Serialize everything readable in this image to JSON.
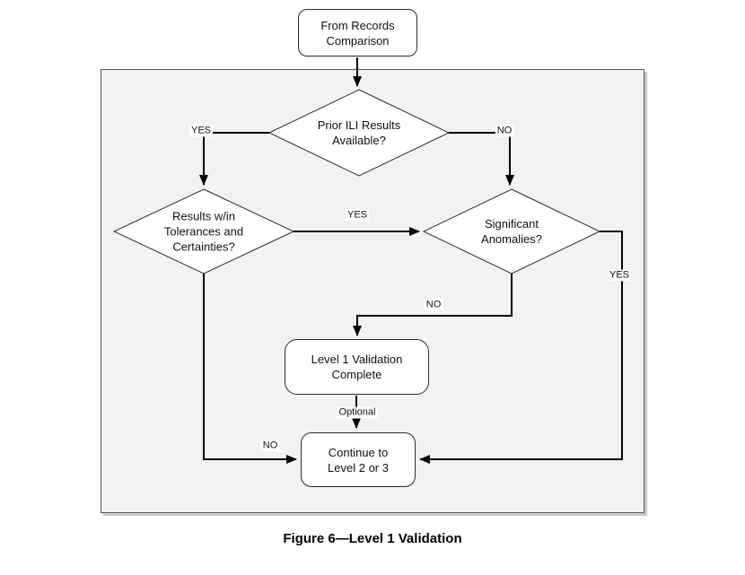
{
  "figure": {
    "caption": "Figure 6—Level 1 Validation"
  },
  "nodes": {
    "start": {
      "label": "From Records Comparison"
    },
    "prior_ili": {
      "label": "Prior ILI Results Available?"
    },
    "tolerances": {
      "label": "Results w/in Tolerances and Certainties?"
    },
    "anomalies": {
      "label": "Significant Anomalies?"
    },
    "level1_complete": {
      "label": "Level 1 Validation Complete"
    },
    "continue_level23": {
      "label": "Continue to Level 2 or 3"
    }
  },
  "edge_labels": {
    "prior_yes": "YES",
    "prior_no": "NO",
    "tolerances_yes": "YES",
    "tolerances_no": "NO",
    "anomalies_yes": "YES",
    "anomalies_no": "NO",
    "optional": "Optional"
  },
  "colors": {
    "region_fill": "#f2f2f2",
    "region_border": "#595959",
    "line": "#000000",
    "node_fill": "#ffffff",
    "node_border": "#2b2b2b"
  }
}
